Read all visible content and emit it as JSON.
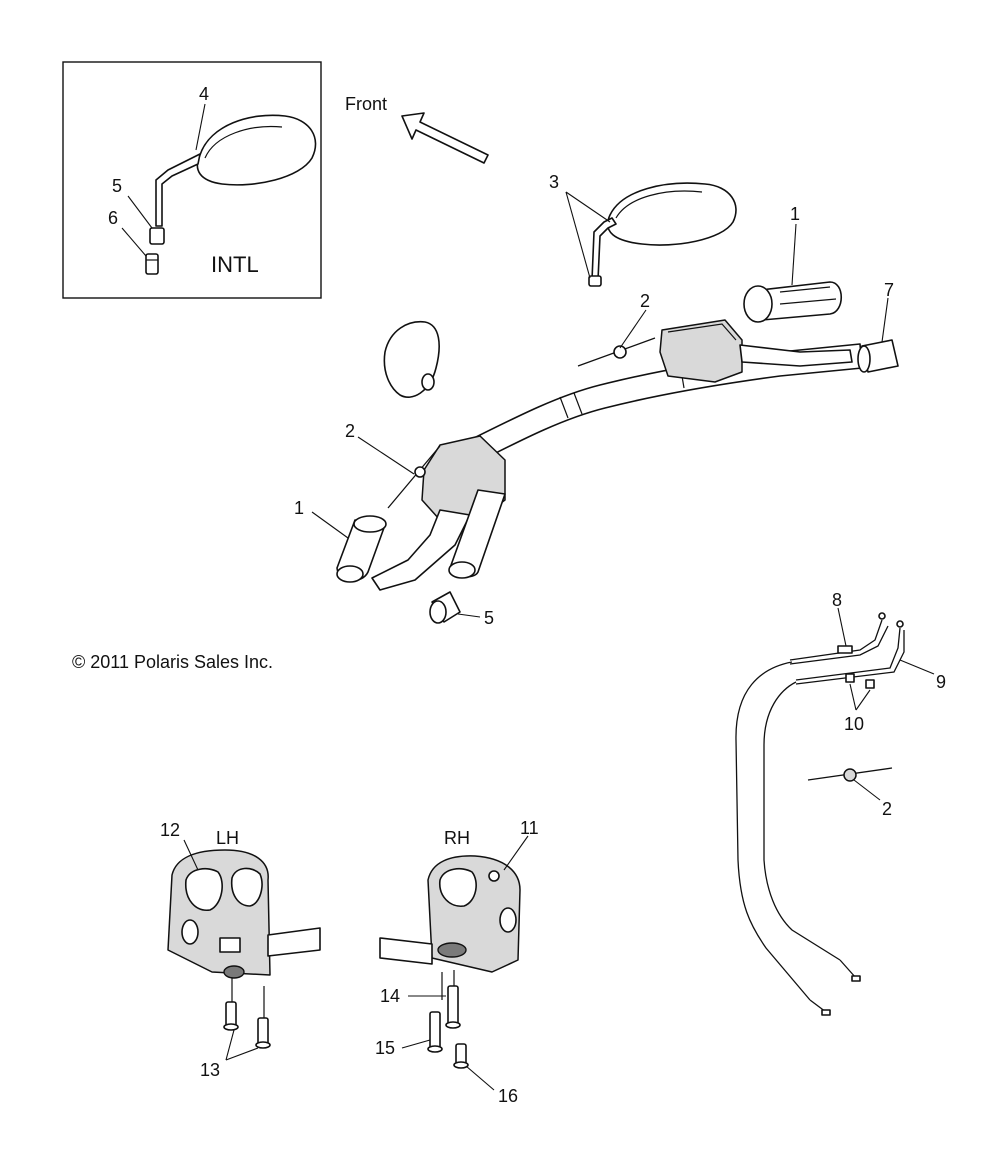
{
  "labels": {
    "front": "Front",
    "intl": "INTL",
    "copyright": "© 2011 Polaris Sales Inc.",
    "lh": "LH",
    "rh": "RH"
  },
  "callouts": {
    "c4": "4",
    "c5_inset": "5",
    "c6": "6",
    "c3": "3",
    "c1_right": "1",
    "c2_top": "2",
    "c7": "7",
    "c2_mid": "2",
    "c1_left": "1",
    "c5_bottom": "5",
    "c8": "8",
    "c9": "9",
    "c10": "10",
    "c2_right": "2",
    "c12": "12",
    "c11": "11",
    "c14": "14",
    "c13": "13",
    "c15": "15",
    "c16": "16"
  },
  "colors": {
    "line": "#111111",
    "shade": "#d9d9d9",
    "background": "#ffffff"
  }
}
